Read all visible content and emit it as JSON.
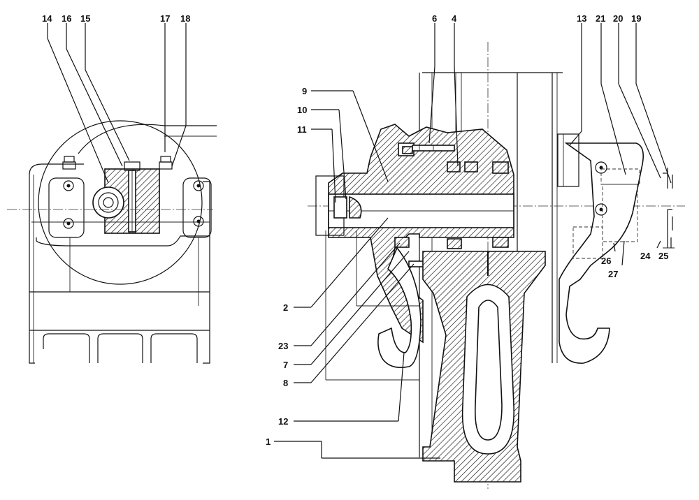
{
  "left_view": {
    "callouts": [
      "14",
      "16",
      "15",
      "17",
      "18"
    ]
  },
  "right_view": {
    "callouts_top": [
      "6",
      "4",
      "13",
      "21",
      "20",
      "19"
    ],
    "callouts_left": [
      "9",
      "10",
      "11",
      "2",
      "23",
      "7",
      "8",
      "12",
      "1"
    ],
    "callouts_right": [
      "26",
      "27",
      "24",
      "25"
    ]
  }
}
